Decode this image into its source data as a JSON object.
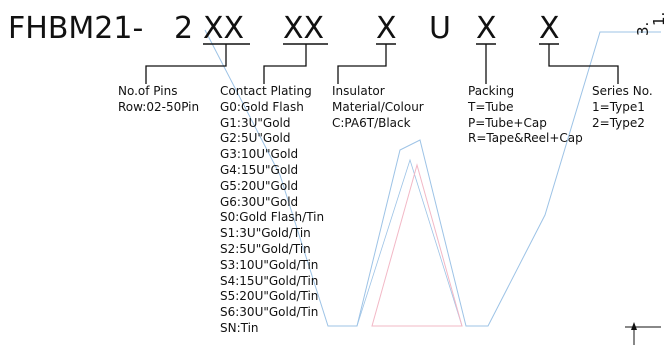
{
  "part_code": {
    "prefix": "FHBM21-",
    "pins_digit": "2",
    "plating_code": "XX",
    "pins_code": "XX",
    "insulator_code": "X",
    "u_letter": "U",
    "packing_code": "X",
    "series_code": "X"
  },
  "corner_text": [
    "3.",
    "1."
  ],
  "pins": {
    "title": "No.of Pins",
    "range": "Row:02-50Pin"
  },
  "plating": {
    "title": "Contact Plating",
    "items": [
      "G0:Gold Flash",
      "G1:3U\"Gold",
      "G2:5U\"Gold",
      "G3:10U\"Gold",
      "G4:15U\"Gold",
      "G5:20U\"Gold",
      "G6:30U\"Gold",
      "S0:Gold Flash/Tin",
      "S1:3U\"Gold/Tin",
      "S2:5U\"Gold/Tin",
      "S3:10U\"Gold/Tin",
      "S4:15U\"Gold/Tin",
      "S5:20U\"Gold/Tin",
      "S6:30U\"Gold/Tin",
      "SN:Tin"
    ]
  },
  "insulator": {
    "title": "Insulator",
    "subtitle": "Material/Colour",
    "value": "C:PA6T/Black"
  },
  "packing": {
    "title": "Packing",
    "items": [
      "T=Tube",
      "P=Tube+Cap",
      "R=Tape&Reel+Cap"
    ]
  },
  "series": {
    "title": "Series No.",
    "items": [
      "1=Type1",
      "2=Type2"
    ]
  },
  "colors": {
    "ink": "#111111",
    "watermark_blue": "#9dc3e6",
    "watermark_pink": "#f2b8c6"
  }
}
